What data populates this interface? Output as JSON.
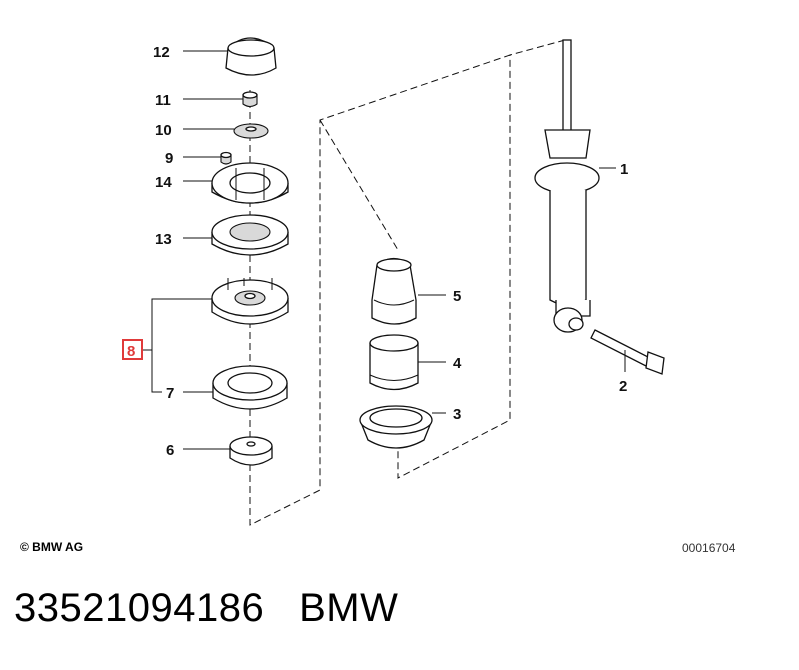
{
  "diagram": {
    "callouts": [
      {
        "id": "12",
        "label": "12"
      },
      {
        "id": "11",
        "label": "11"
      },
      {
        "id": "10",
        "label": "10"
      },
      {
        "id": "9",
        "label": "9"
      },
      {
        "id": "14",
        "label": "14"
      },
      {
        "id": "13",
        "label": "13"
      },
      {
        "id": "8",
        "label": "8",
        "highlighted": true
      },
      {
        "id": "7",
        "label": "7"
      },
      {
        "id": "6",
        "label": "6"
      },
      {
        "id": "5",
        "label": "5"
      },
      {
        "id": "4",
        "label": "4"
      },
      {
        "id": "3",
        "label": "3"
      },
      {
        "id": "1",
        "label": "1"
      },
      {
        "id": "2",
        "label": "2"
      }
    ],
    "highlight_color": "#e03a3a"
  },
  "footer": {
    "copyright": "© BMW AG",
    "drawing_number": "00016704"
  },
  "part_line": {
    "part_number": "33521094186",
    "brand": "BMW"
  }
}
